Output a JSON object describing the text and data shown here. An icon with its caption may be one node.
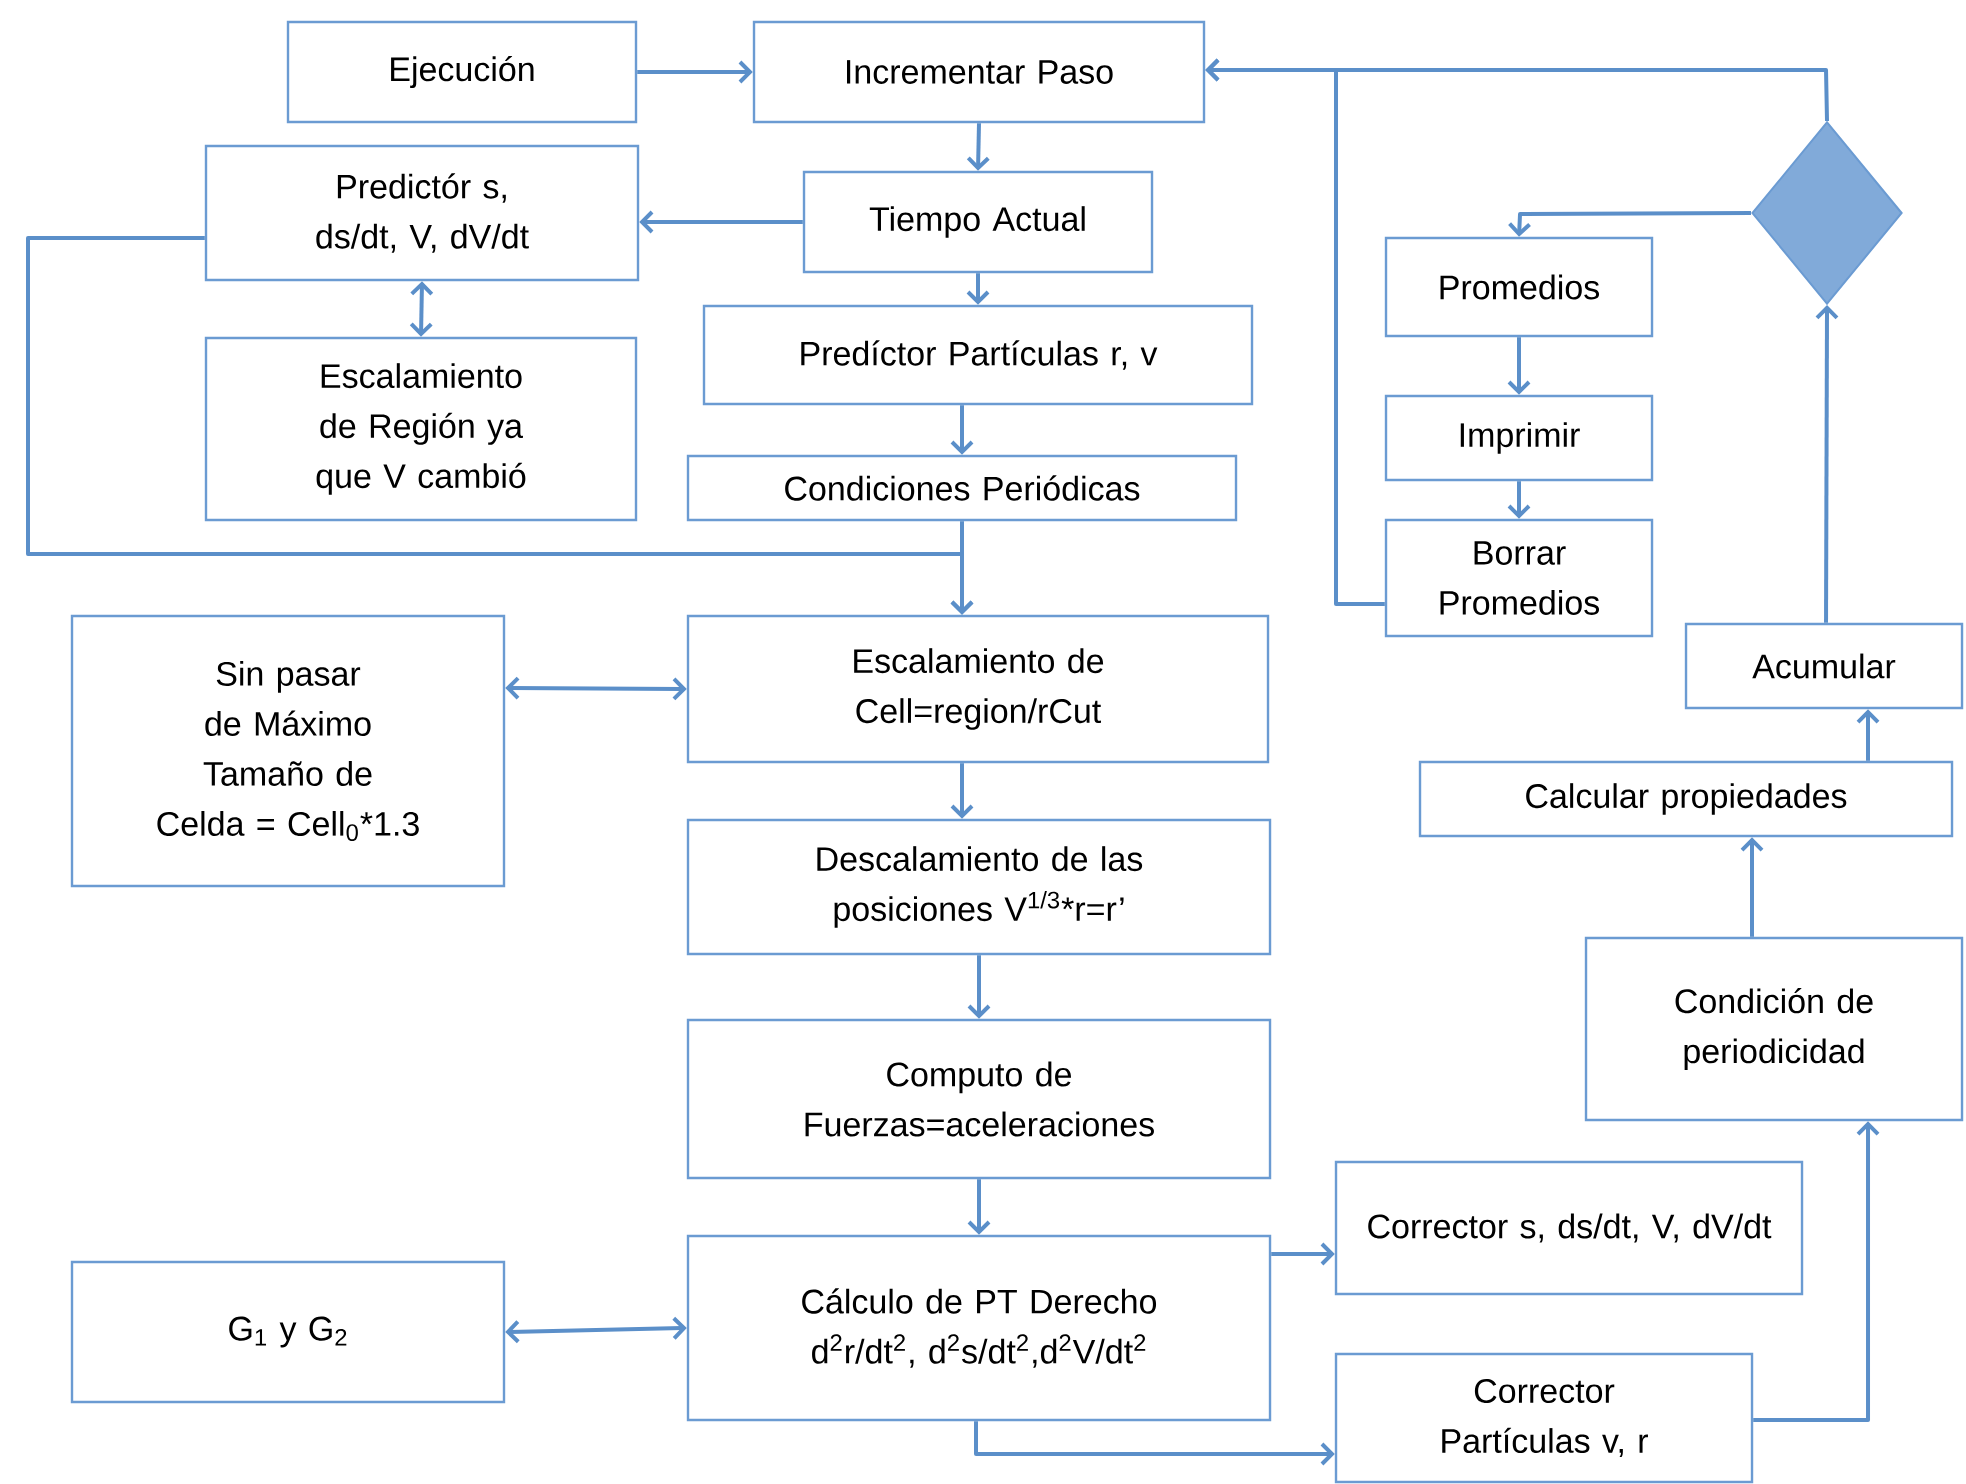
{
  "diagram": {
    "nodes": [
      {
        "text": [
          "Ejecución"
        ]
      },
      {
        "text": [
          "Incrementar Paso"
        ]
      },
      {
        "text": [
          "Predictór s, ds/dt, V, dV/dt"
        ]
      },
      {
        "text": [
          "Tiempo Actual"
        ]
      },
      {
        "text": [
          "Escalamiento de Región ya que V cambió"
        ]
      },
      {
        "text": [
          "Predíctor Partículas r, v"
        ]
      },
      {
        "text": [
          "Condiciones Periódicas"
        ]
      },
      {
        "text": [
          "Sin pasar de Máximo Tamaño de Celda = Cell$_{0}$*1.3"
        ]
      },
      {
        "text": [
          "Escalamiento de Cell=region/rCut"
        ]
      },
      {
        "text": [
          "Descalamiento de las posiciones V$^{1/3}$*r=r’"
        ]
      },
      {
        "text": [
          "Computo de Fuerzas=aceleraciones"
        ]
      },
      {
        "text": [
          "Cálculo de PT Derecho d$^{2}$r/dt$^{2}$, d$^{2}$s/dt$^{2}$,d$^{2}$V/dt$^{2}$"
        ]
      },
      {
        "text": [
          "Corrector s, ds/dt, V, dV/dt"
        ]
      },
      {
        "text": [
          "G$_{1}$ y G$_{2}$"
        ]
      },
      {
        "text": [
          "Corrector Partículas v, r"
        ]
      },
      {
        "text": [
          "Promedios"
        ]
      },
      {
        "text": [
          "Imprimir"
        ]
      },
      {
        "text": [
          "Borrar Promedios"
        ]
      },
      {
        "text": [],
        "shape": "diamond"
      },
      {
        "text": [
          "Acumular"
        ]
      },
      {
        "text": [
          "Calcular propiedades"
        ]
      },
      {
        "text": [
          "Condición de periodicidad"
        ]
      }
    ],
    "edges": [
      {
        "from": 0,
        "to": 1,
        "arrow": "to"
      },
      {
        "from": 1,
        "to": 3,
        "arrow": "to"
      },
      {
        "from": 3,
        "to": 2,
        "arrow": "to"
      },
      {
        "from": 2,
        "to": 4,
        "arrow": "both"
      },
      {
        "from": 3,
        "to": 5,
        "arrow": "to"
      },
      {
        "from": 5,
        "to": 6,
        "arrow": "to"
      },
      {
        "from": 6,
        "to": 8,
        "arrow": "to"
      },
      {
        "from": 2,
        "to": 8,
        "arrow": "to"
      },
      {
        "from": 7,
        "to": 8,
        "arrow": "both"
      },
      {
        "from": 8,
        "to": 9,
        "arrow": "to"
      },
      {
        "from": 9,
        "to": 10,
        "arrow": "to"
      },
      {
        "from": 10,
        "to": 11,
        "arrow": "to"
      },
      {
        "from": 13,
        "to": 11,
        "arrow": "both"
      },
      {
        "from": 11,
        "to": 12,
        "arrow": "to"
      },
      {
        "from": 11,
        "to": 14,
        "arrow": "to"
      },
      {
        "from": 14,
        "to": 21,
        "arrow": "to"
      },
      {
        "from": 21,
        "to": 20,
        "arrow": "to"
      },
      {
        "from": 20,
        "to": 19,
        "arrow": "to"
      },
      {
        "from": 19,
        "to": 18,
        "arrow": "to"
      },
      {
        "from": 18,
        "to": 15,
        "arrow": "to"
      },
      {
        "from": 15,
        "to": 16,
        "arrow": "to"
      },
      {
        "from": 16,
        "to": 17,
        "arrow": "to"
      },
      {
        "from": 17,
        "to": 1,
        "arrow": "to"
      },
      {
        "from": 18,
        "to": 1,
        "arrow": "to"
      }
    ]
  }
}
